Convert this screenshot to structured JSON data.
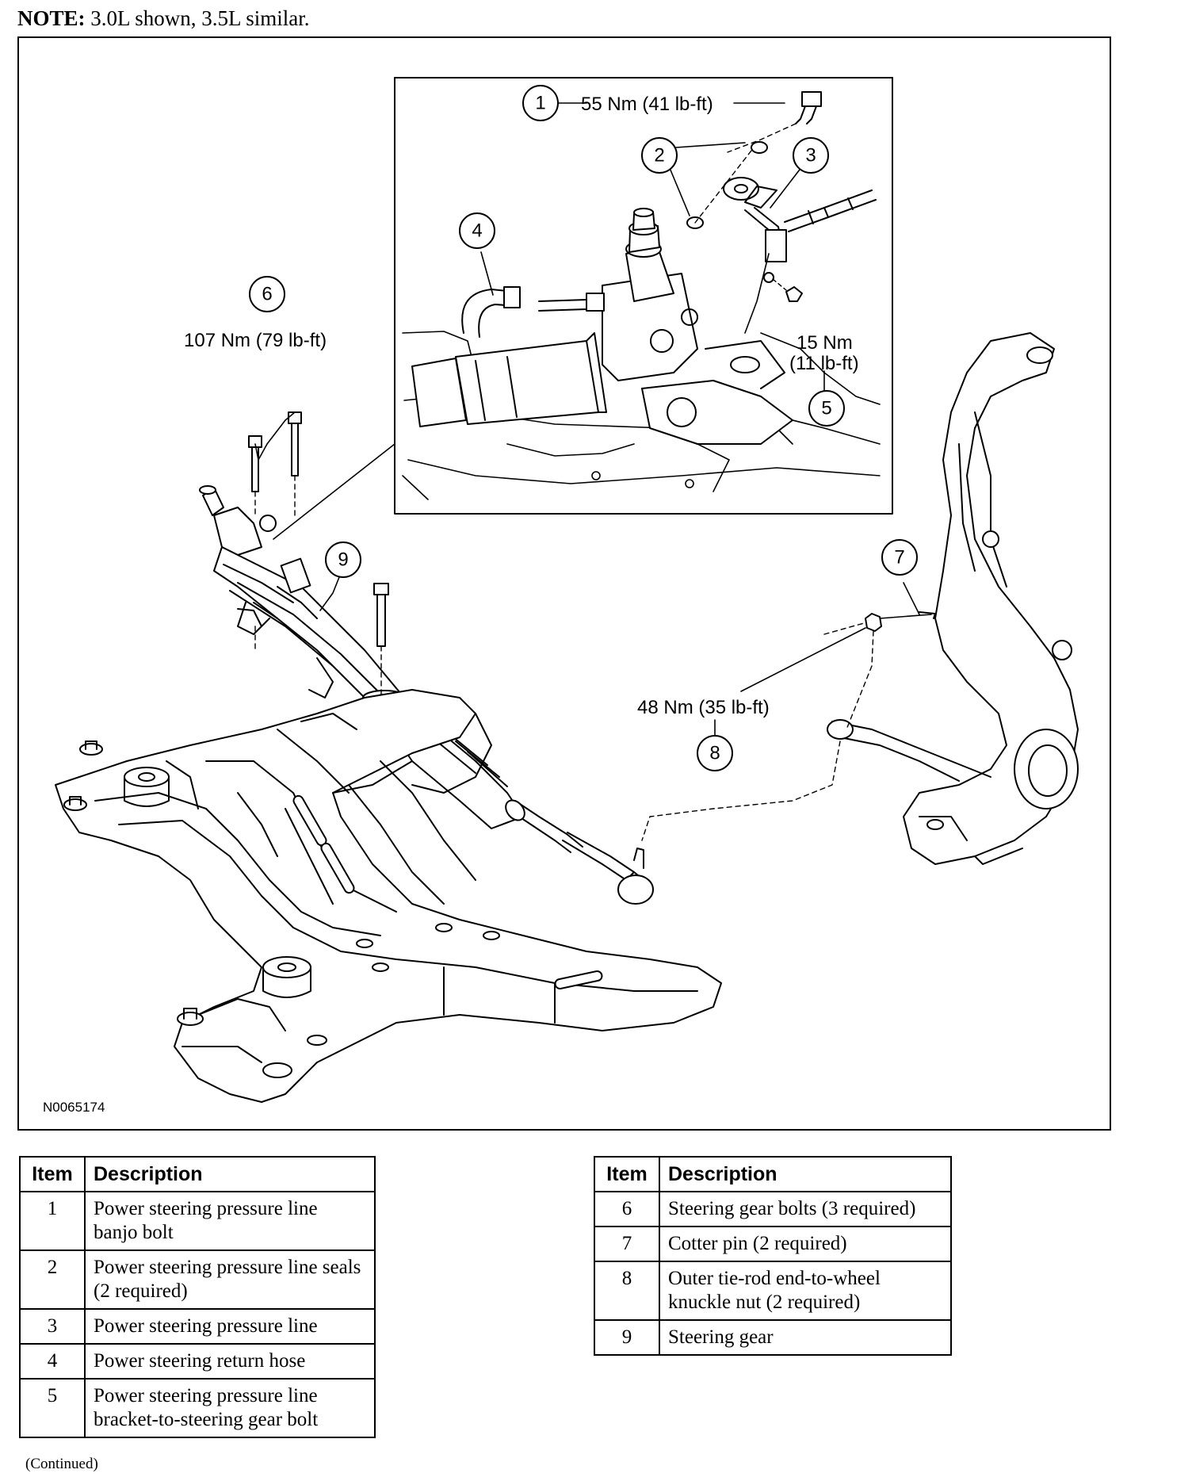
{
  "note": {
    "label": "NOTE:",
    "text": "3.0L shown, 3.5L similar."
  },
  "figure_ref": "N0065174",
  "callouts": {
    "c1": "1",
    "c2": "2",
    "c3": "3",
    "c4": "4",
    "c5": "5",
    "c6": "6",
    "c7": "7",
    "c8": "8",
    "c9": "9"
  },
  "torques": {
    "t1": "55 Nm (41 lb-ft)",
    "t5_line1": "15 Nm",
    "t5_line2": "(11 lb-ft)",
    "t6": "107 Nm (79 lb-ft)",
    "t8": "48 Nm (35 lb-ft)"
  },
  "table_headers": {
    "item": "Item",
    "description": "Description"
  },
  "table_left": [
    {
      "item": "1",
      "description": "Power steering pressure line banjo bolt"
    },
    {
      "item": "2",
      "description": "Power steering pressure line seals (2 required)"
    },
    {
      "item": "3",
      "description": "Power steering pressure line"
    },
    {
      "item": "4",
      "description": "Power steering return hose"
    },
    {
      "item": "5",
      "description": "Power steering pressure line bracket-to-steering gear bolt"
    }
  ],
  "table_right": [
    {
      "item": "6",
      "description": "Steering gear bolts (3 required)"
    },
    {
      "item": "7",
      "description": "Cotter pin (2 required)"
    },
    {
      "item": "8",
      "description": "Outer tie-rod end-to-wheel knuckle nut (2 required)"
    },
    {
      "item": "9",
      "description": "Steering gear"
    }
  ],
  "continued": "(Continued)"
}
